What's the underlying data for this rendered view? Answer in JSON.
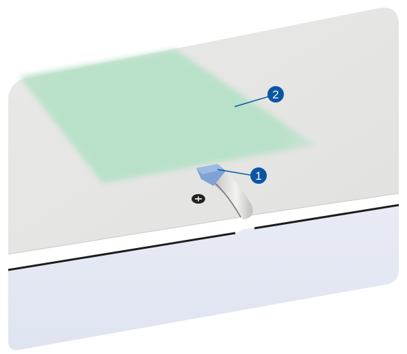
{
  "callouts": [
    {
      "number": "1",
      "part": "blue-tab"
    },
    {
      "number": "2",
      "part": "green-area"
    }
  ],
  "colors": {
    "panel_top": "#e6e6e4",
    "panel_front": "#e3e7f3",
    "edge": "#ffffff",
    "green_area": "#b7e1c8",
    "blue_tab": "#7ea2d4",
    "callout_fill": "#0b56a4",
    "callout_text": "#ffffff"
  },
  "icons": {
    "screw": "screw-icon"
  }
}
